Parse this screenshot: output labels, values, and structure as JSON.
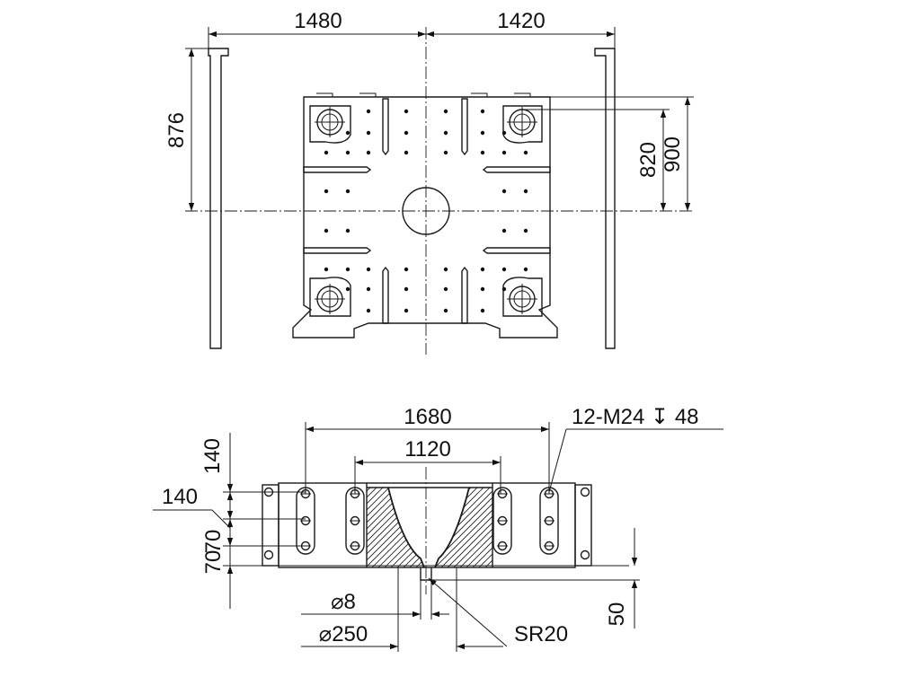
{
  "top_view": {
    "dims": {
      "width_left": "1480",
      "width_right": "1420",
      "height_left": "876",
      "height_inner": "820",
      "height_outer": "900"
    }
  },
  "side_view": {
    "dims": {
      "hole_span": "1680",
      "cavity_span": "1120",
      "thread_callout": "12-M24",
      "thread_depth_symbol": "↧",
      "thread_depth": "48",
      "v140_top": "140",
      "v140_mid": "140",
      "v70_a": "70",
      "v70_b": "70",
      "pin_dia": "⌀8",
      "bore_dia": "⌀250",
      "sphere_radius": "SR20",
      "pin_height": "50"
    }
  }
}
